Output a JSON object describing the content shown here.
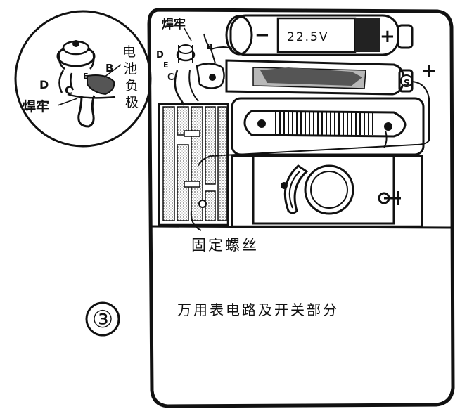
{
  "figure_number": "③",
  "caption": "万用表电路及开关部分",
  "labels": {
    "solder_inset": "焊牢",
    "solder_top": "焊牢",
    "battery_negative_plate_line1": "电",
    "battery_negative_plate_line2": "池",
    "battery_negative_plate_line3": "负",
    "battery_negative_plate_line4": "极",
    "fixing_screw": "固定螺丝",
    "battery_voltage": "22.5V",
    "battery_minus": "−",
    "battery_plus": "+",
    "terminal_plus": "+",
    "pin_d_inset": "D",
    "pin_c_inset": "C",
    "pin_b_inset": "B",
    "pin_e_inset": "E",
    "pin_d_main": "D",
    "pin_c_main": "C",
    "pin_b_main": "B",
    "pin_e_main": "E",
    "terminal_s": "S"
  },
  "colors": {
    "ink": "#111111",
    "paper": "#ffffff",
    "stipple": "#8a8a8a"
  }
}
